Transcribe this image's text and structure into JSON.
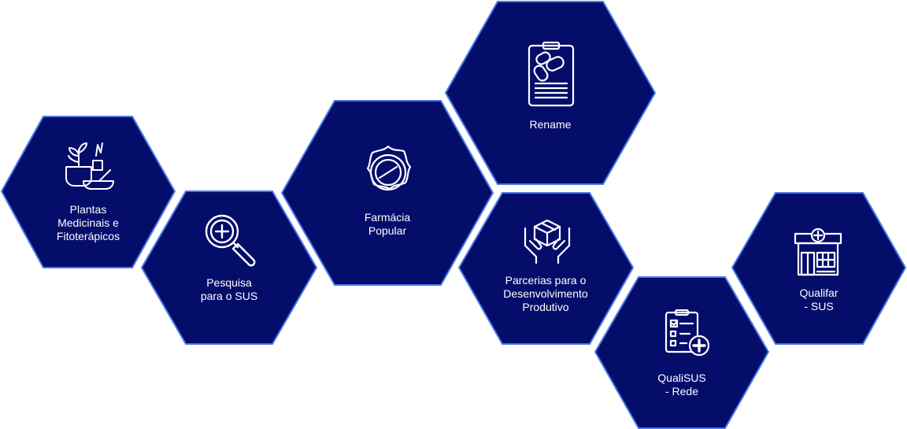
{
  "colors": {
    "hex_fill": "#050d6a",
    "hex_border": "#4a78e6",
    "icon_stroke": "#ffffff",
    "background": "#ffffff"
  },
  "programs": [
    {
      "id": "plantas",
      "label": "Plantas\nMedicinais e\nFitoterápicos",
      "icon": "plants-icon"
    },
    {
      "id": "pesquisa",
      "label": "Pesquisa\npara o SUS",
      "icon": "magnifier-plus-icon"
    },
    {
      "id": "farmacia",
      "label": "Farmácia\nPopular",
      "icon": "pill-tablet-icon"
    },
    {
      "id": "rename",
      "label": "Rename",
      "icon": "clipboard-pills-icon"
    },
    {
      "id": "parcerias",
      "label": "Parcerias para o\nDesenvolvimento\nProdutivo",
      "icon": "hands-box-icon"
    },
    {
      "id": "qualisus",
      "label": "QualiSUS\n- Rede",
      "icon": "checklist-cross-icon"
    },
    {
      "id": "qualifar",
      "label": "Qualifar\n- SUS",
      "icon": "pharmacy-store-icon"
    }
  ]
}
